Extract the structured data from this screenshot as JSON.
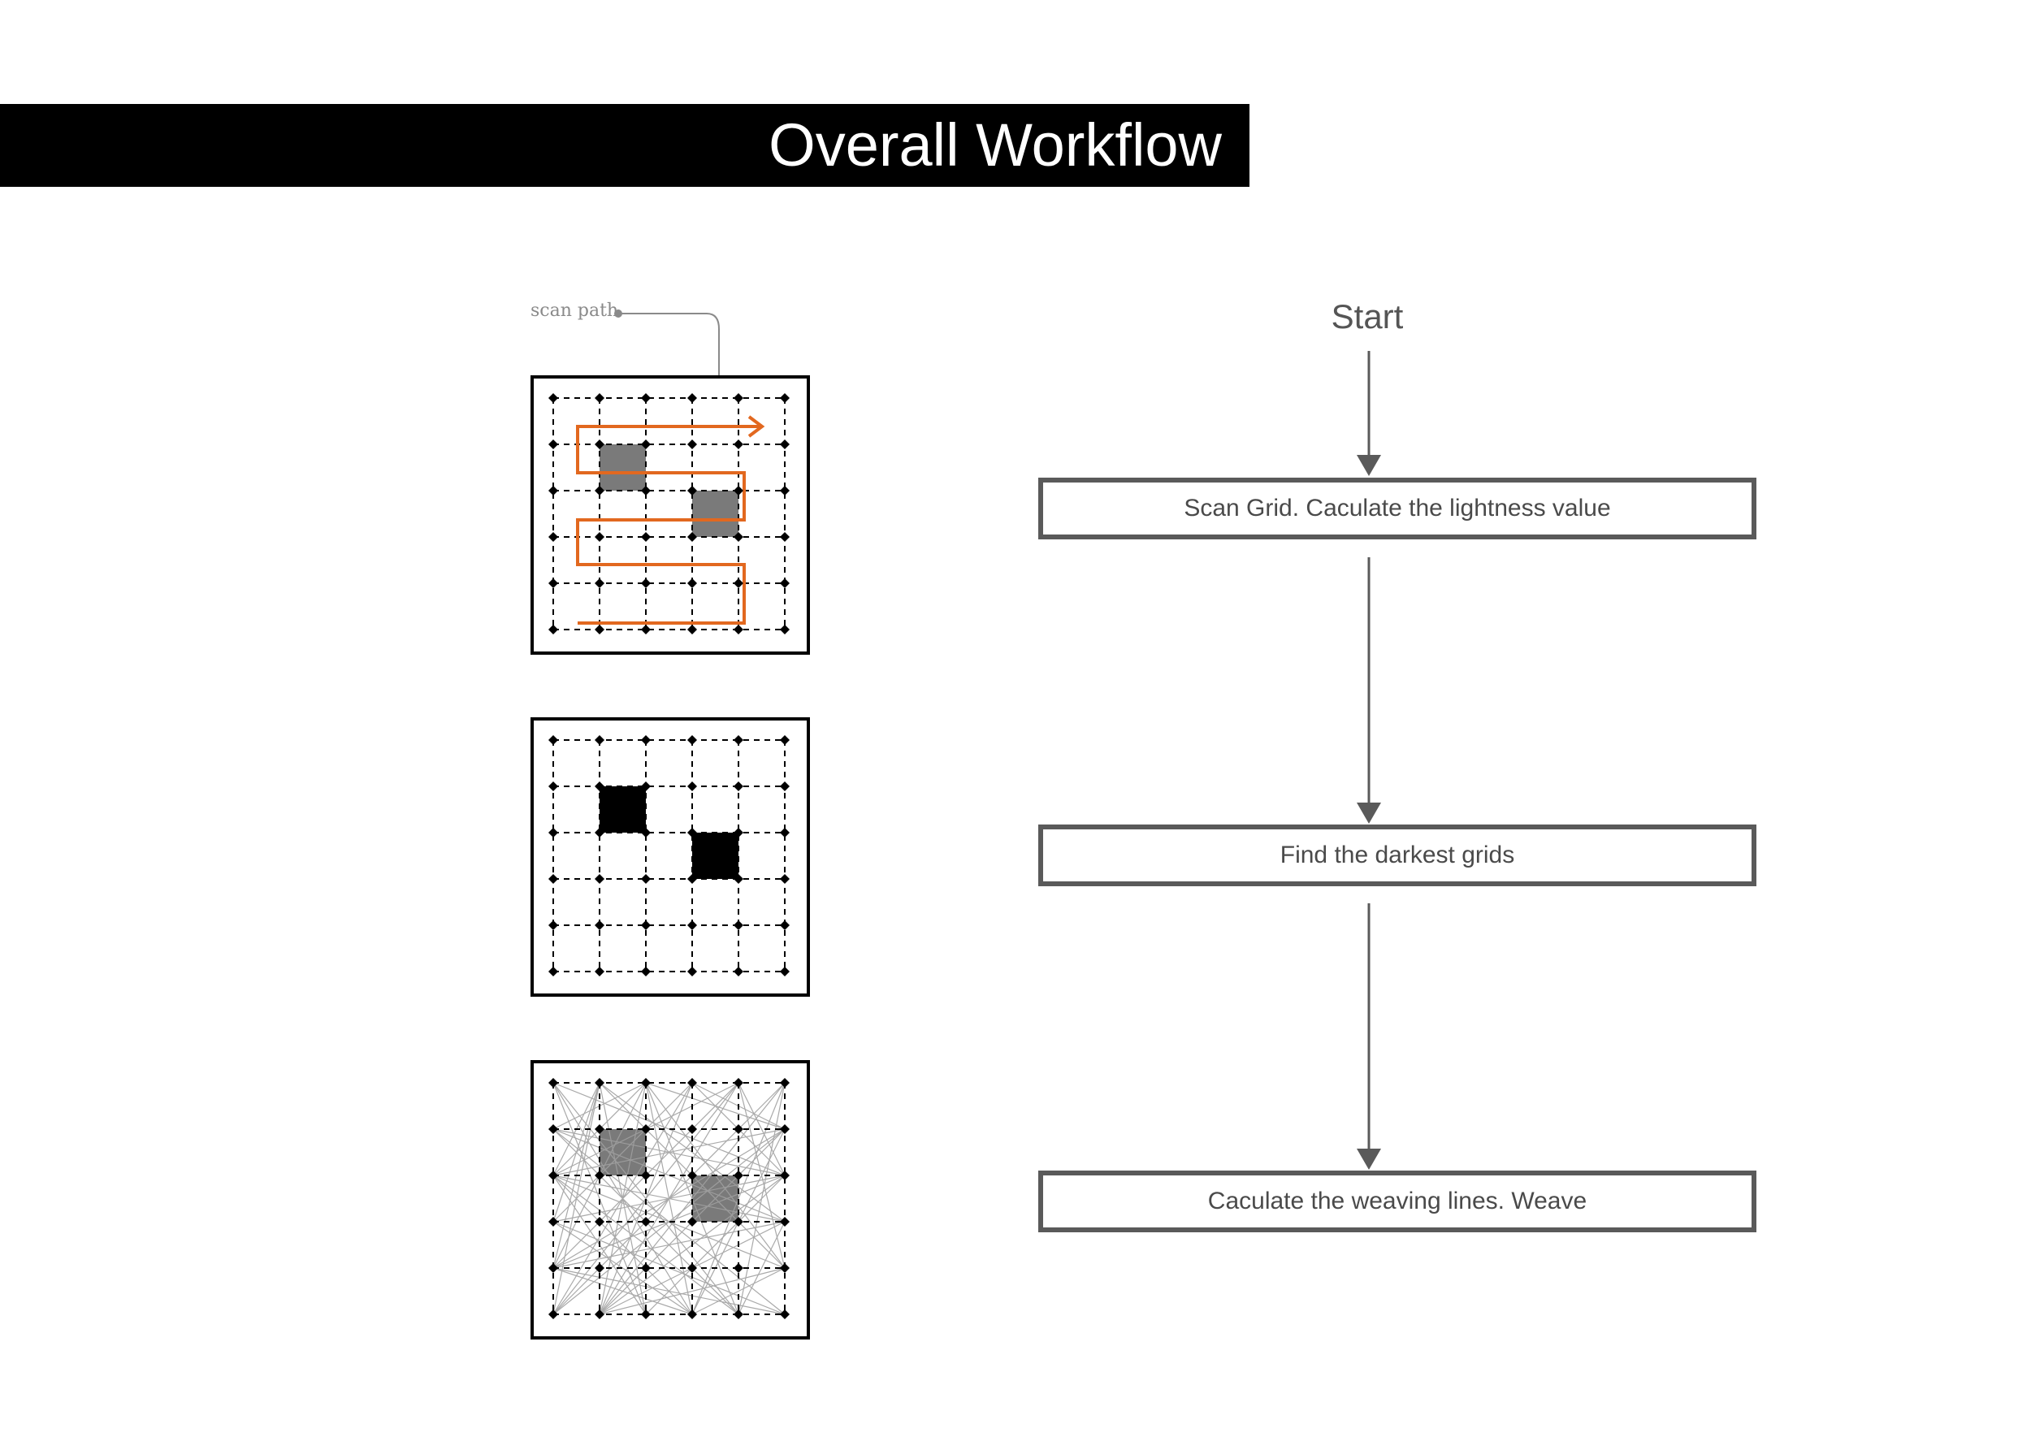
{
  "title": "Overall Workflow",
  "scan_label": "scan path",
  "flow": {
    "start": "Start",
    "steps": [
      "Scan Grid. Caculate the lightness value",
      "Find the darkest grids",
      "Caculate the weaving lines. Weave"
    ]
  },
  "colors": {
    "title_bar": "#000000",
    "scan_path": "#e2681f",
    "highlight_gray": "#7a7a7a",
    "highlight_black": "#000000",
    "flow_gray": "#5a5a5a"
  },
  "panels": [
    {
      "name": "scan",
      "highlight_cells": [
        [
          1,
          1
        ],
        [
          3,
          2
        ]
      ],
      "fill": "gray",
      "show_scan_path": true
    },
    {
      "name": "darkest",
      "highlight_cells": [
        [
          1,
          1
        ],
        [
          3,
          2
        ]
      ],
      "fill": "black"
    },
    {
      "name": "weave",
      "highlight_cells": [
        [
          1,
          1
        ],
        [
          3,
          2
        ]
      ],
      "fill": "gray",
      "show_weave_lines": true
    }
  ],
  "icons": [
    "arrow-down-icon",
    "grid-node-icon",
    "scan-arrow-icon"
  ]
}
